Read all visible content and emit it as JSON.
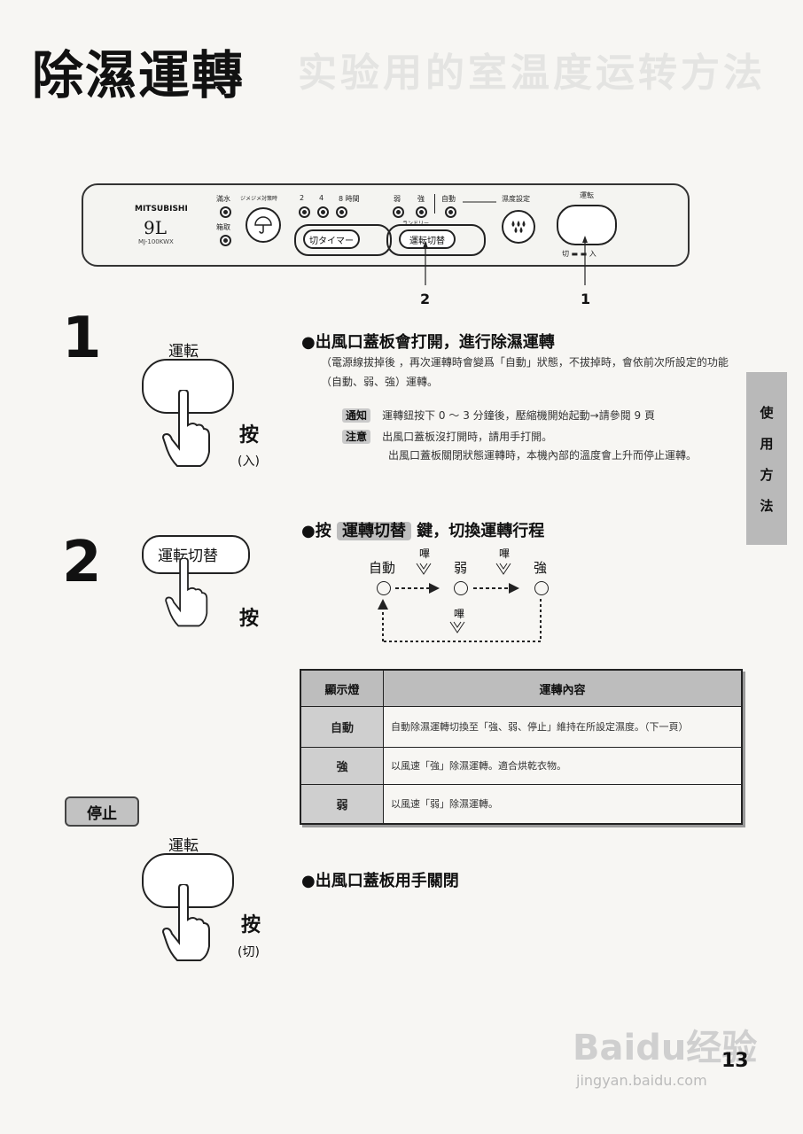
{
  "page": {
    "title": "除濕運轉",
    "ghost_title": "实验用的室温度运转方法",
    "page_number": "13"
  },
  "panel": {
    "brand": "MITSUBISHI",
    "model": "9L",
    "submodel": "MJ-100KWX",
    "water_full": "滿水",
    "tank": "箱取",
    "humidity_label": "ジメジメ対策時",
    "timer_hours": [
      "2",
      "4",
      "8 時間"
    ],
    "mode_labels": [
      "弱",
      "強",
      "自動"
    ],
    "laundry": "ランドリー",
    "humidity_setting": "濕度設定",
    "run_label": "運転",
    "off_on": "切 ▬ ▬ 入",
    "timer_button": "切タイマー",
    "switch_button": "運転切替",
    "callout_1": "1",
    "callout_2": "2"
  },
  "step1": {
    "number": "1",
    "button_label": "運転",
    "action": "按",
    "indicator": "(入)",
    "heading": "●出風口蓋板會打開，進行除濕運轉",
    "description": "（電源線拔掉後 ，再次運轉時會變爲「自動」狀態，不拔掉時，會依前次所設定的功能（自動、弱、強）運轉。",
    "notice_tag": "通知",
    "notice_text": "運轉鈕按下 0 ～ 3 分鐘後，壓縮機開始起動→請參閱 9 頁",
    "caution_tag": "注意",
    "caution_text_1": "出風口蓋板沒打開時，請用手打開。",
    "caution_text_2": "出風口蓋板關閉狀態運轉時，本機內部的溫度會上升而停止運轉。"
  },
  "step2": {
    "number": "2",
    "button_label": "運転切替",
    "action": "按",
    "heading_prefix": "●按",
    "heading_key": "運轉切替",
    "heading_suffix": "鍵，切換運轉行程",
    "flow": {
      "auto": "自動",
      "weak": "弱",
      "strong": "強",
      "beep": "嗶"
    }
  },
  "table": {
    "col1": "顯示燈",
    "col2": "運轉內容",
    "rows": [
      {
        "key": "自動",
        "value": "自動除濕運轉切換至「強、弱、停止」維持在所設定濕度。（下一頁）"
      },
      {
        "key": "強",
        "value": "以風速「強」除濕運轉。適合烘乾衣物。"
      },
      {
        "key": "弱",
        "value": "以風速「弱」除濕運轉。"
      }
    ]
  },
  "stop": {
    "badge": "停止",
    "button_label": "運転",
    "action": "按",
    "indicator": "(切)",
    "heading": "●出風口蓋板用手關閉"
  },
  "side_tab": [
    "使",
    "用",
    "方",
    "法"
  ],
  "watermark": {
    "logo": "Baidu经验",
    "url": "jingyan.baidu.com"
  }
}
